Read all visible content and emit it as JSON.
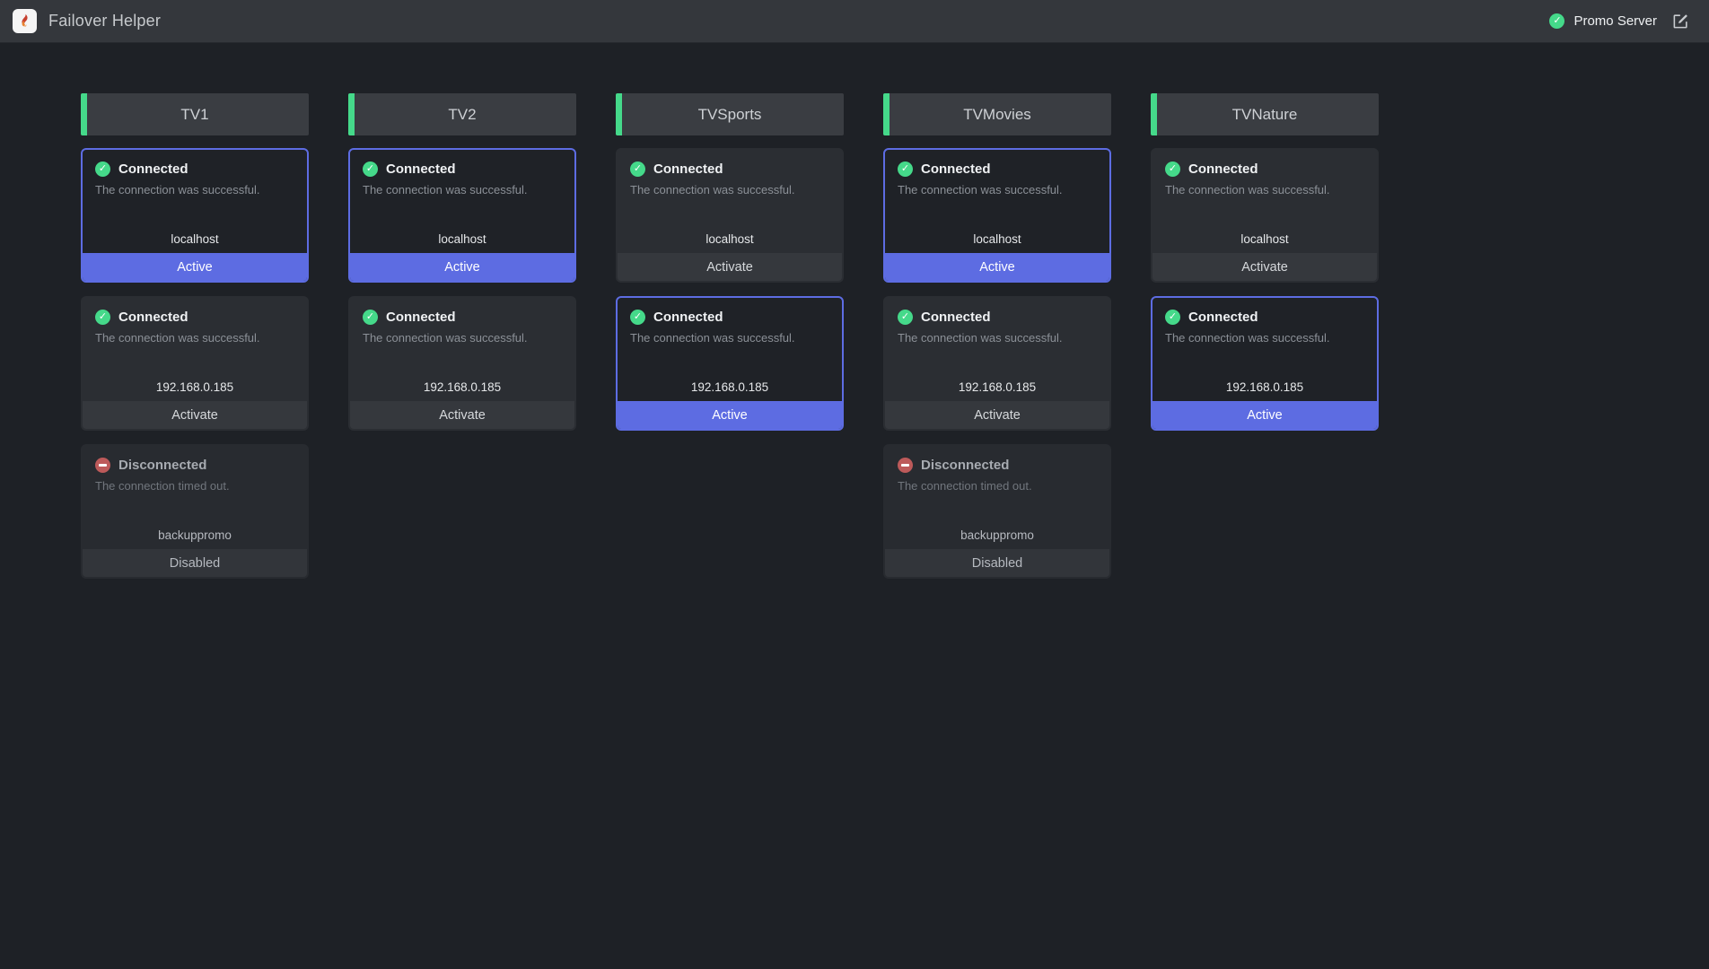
{
  "app": {
    "title": "Failover Helper",
    "logo_icon": "flame-logo-icon"
  },
  "header": {
    "server_status": {
      "icon": "check-circle-icon",
      "label": "Promo Server"
    },
    "edit_icon": "edit-icon"
  },
  "columns": [
    {
      "title": "TV1",
      "servers": [
        {
          "status": "Connected",
          "message": "The connection was successful.",
          "host": "localhost",
          "action": "Active",
          "state": "active"
        },
        {
          "status": "Connected",
          "message": "The connection was successful.",
          "host": "192.168.0.185",
          "action": "Activate",
          "state": "inactive"
        },
        {
          "status": "Disconnected",
          "message": "The connection timed out.",
          "host": "backuppromo",
          "action": "Disabled",
          "state": "disabled"
        }
      ]
    },
    {
      "title": "TV2",
      "servers": [
        {
          "status": "Connected",
          "message": "The connection was successful.",
          "host": "localhost",
          "action": "Active",
          "state": "active"
        },
        {
          "status": "Connected",
          "message": "The connection was successful.",
          "host": "192.168.0.185",
          "action": "Activate",
          "state": "inactive"
        }
      ]
    },
    {
      "title": "TVSports",
      "servers": [
        {
          "status": "Connected",
          "message": "The connection was successful.",
          "host": "localhost",
          "action": "Activate",
          "state": "inactive"
        },
        {
          "status": "Connected",
          "message": "The connection was successful.",
          "host": "192.168.0.185",
          "action": "Active",
          "state": "active"
        }
      ]
    },
    {
      "title": "TVMovies",
      "servers": [
        {
          "status": "Connected",
          "message": "The connection was successful.",
          "host": "localhost",
          "action": "Active",
          "state": "active"
        },
        {
          "status": "Connected",
          "message": "The connection was successful.",
          "host": "192.168.0.185",
          "action": "Activate",
          "state": "inactive"
        },
        {
          "status": "Disconnected",
          "message": "The connection timed out.",
          "host": "backuppromo",
          "action": "Disabled",
          "state": "disabled"
        }
      ]
    },
    {
      "title": "TVNature",
      "servers": [
        {
          "status": "Connected",
          "message": "The connection was successful.",
          "host": "localhost",
          "action": "Activate",
          "state": "inactive"
        },
        {
          "status": "Connected",
          "message": "The connection was successful.",
          "host": "192.168.0.185",
          "action": "Active",
          "state": "active"
        }
      ]
    }
  ],
  "colors": {
    "accent": "#5d6ce2",
    "green": "#45d98a",
    "red": "#bd5a5a",
    "page_bg": "#1e2126",
    "header_bg": "#34373c",
    "panel_bg": "#3a3d42",
    "card_bg": "#2b2e33",
    "card_active_bg": "#1f2227"
  }
}
